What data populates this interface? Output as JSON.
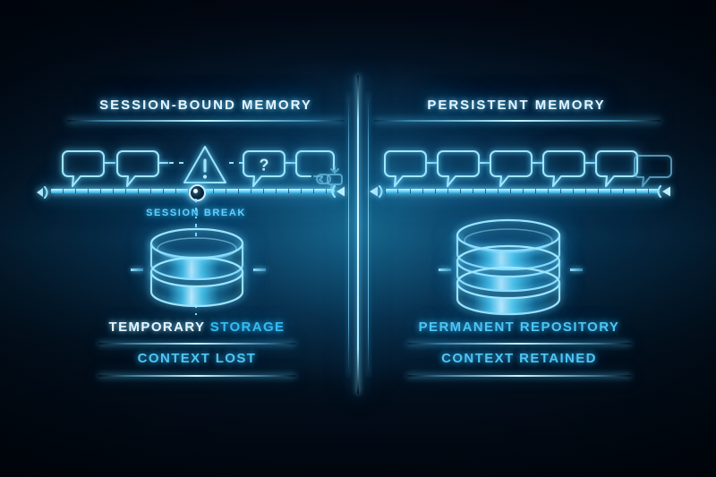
{
  "colors": {
    "background_dark": "#010610",
    "background_mid": "#05304d",
    "neon_cyan": "#9fe6ff",
    "accent_cyan": "#35bdf2",
    "text_white": "#eaf7ff",
    "divider": "#cfeeff"
  },
  "left_panel": {
    "title": "SESSION-BOUND MEMORY",
    "timeline": {
      "nodes": [
        {
          "type": "chat-bubble",
          "label": ""
        },
        {
          "type": "chat-bubble",
          "label": ""
        },
        {
          "type": "warning-triangle",
          "label": "!"
        },
        {
          "type": "chat-bubble",
          "label": "?"
        },
        {
          "type": "chat-bubble-dissolving",
          "label": ""
        }
      ],
      "break_marker": "session-break-node"
    },
    "break_label": "SESSION BREAK",
    "database": {
      "tiers": 2,
      "name": "temporary-database"
    },
    "label_primary_white": "TEMPORARY",
    "label_primary_accent": "STORAGE",
    "label_secondary": "CONTEXT LOST"
  },
  "right_panel": {
    "title": "PERSISTENT MEMORY",
    "timeline": {
      "nodes": [
        {
          "type": "chat-bubble",
          "label": ""
        },
        {
          "type": "chat-bubble",
          "label": ""
        },
        {
          "type": "chat-bubble",
          "label": ""
        },
        {
          "type": "chat-bubble",
          "label": ""
        },
        {
          "type": "chat-bubble",
          "label": ""
        },
        {
          "type": "chat-bubble",
          "label": ""
        }
      ]
    },
    "database": {
      "tiers": 3,
      "name": "permanent-database"
    },
    "label_primary": "PERMANENT REPOSITORY",
    "label_secondary": "CONTEXT RETAINED"
  }
}
